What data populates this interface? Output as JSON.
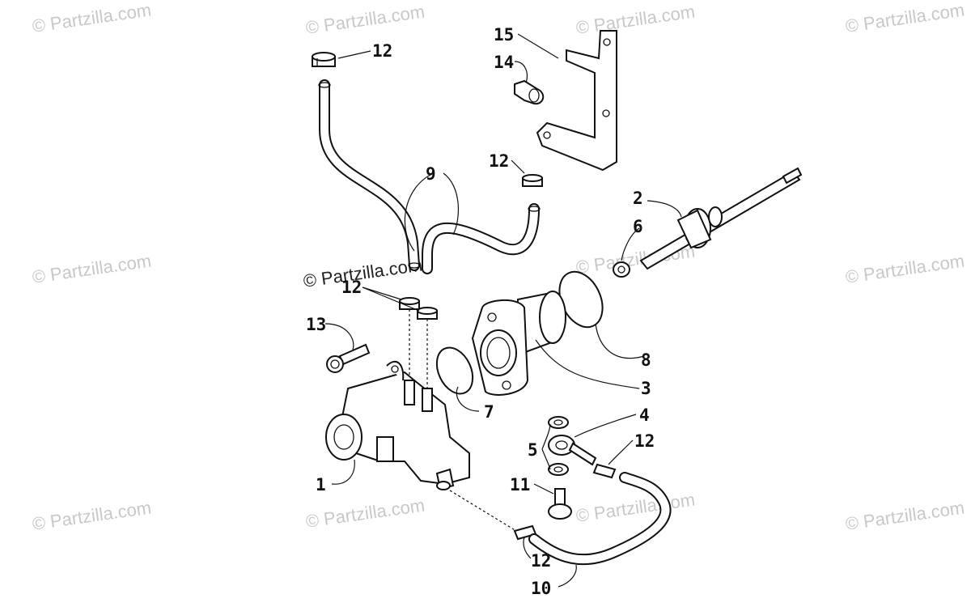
{
  "watermark": {
    "text": "© Partzilla.com"
  },
  "callouts": {
    "c1": "1",
    "c2": "2",
    "c3": "3",
    "c4": "4",
    "c5": "5",
    "c6": "6",
    "c7": "7",
    "c8": "8",
    "c9": "9",
    "c10": "10",
    "c11": "11",
    "c12": "12",
    "c13": "13",
    "c14": "14",
    "c15": "15"
  },
  "colors": {
    "line": "#111111",
    "watermark": "#c8c8c8",
    "background": "#ffffff"
  }
}
